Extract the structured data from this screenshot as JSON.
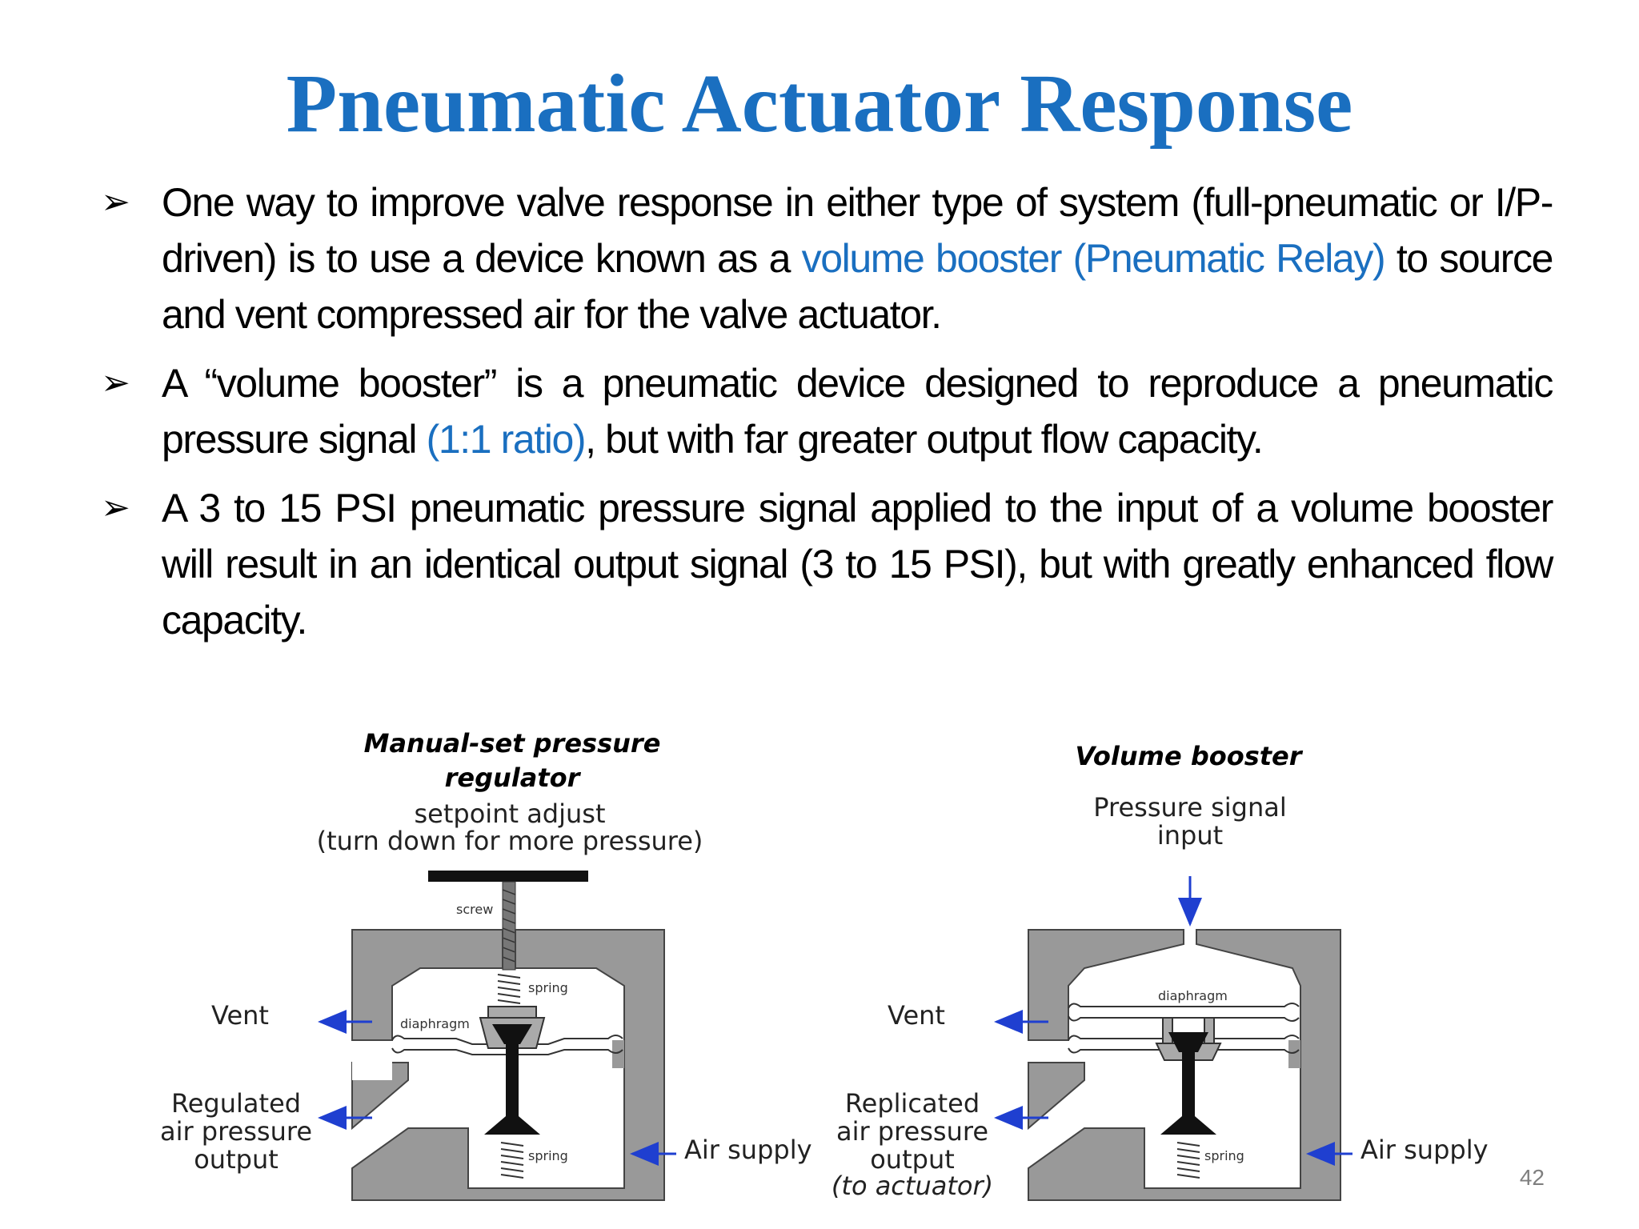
{
  "slide": {
    "title": "Pneumatic Actuator Response",
    "page_number": "42"
  },
  "bullets": [
    {
      "marker": "➢",
      "parts": [
        {
          "text": "One way to improve valve response in either type of system (full-pneumatic or I/P-driven) is to use a device known as a ",
          "highlight": false
        },
        {
          "text": "volume booster (Pneumatic Relay)",
          "highlight": true
        },
        {
          "text": " to source and vent compressed air for the valve actuator.",
          "highlight": false
        }
      ]
    },
    {
      "marker": "➢",
      "parts": [
        {
          "text": "A “volume booster” is a pneumatic device designed to reproduce a pneumatic pressure signal ",
          "highlight": false
        },
        {
          "text": "(1:1 ratio)",
          "highlight": true
        },
        {
          "text": ", but with far greater output flow capacity.",
          "highlight": false
        }
      ]
    },
    {
      "marker": "➢",
      "parts": [
        {
          "text": "A 3 to 15 PSI pneumatic pressure signal applied to the input of a volume booster will result in an identical output signal (3 to 15 PSI), but with greatly enhanced flow capacity.",
          "highlight": false
        }
      ]
    }
  ],
  "regulator": {
    "title_line1": "Manual-set pressure",
    "title_line2": "regulator",
    "setpoint_line1": "setpoint adjust",
    "setpoint_line2": "(turn down for more pressure)",
    "screw": "screw",
    "spring_top": "spring",
    "diaphragm": "diaphragm",
    "spring_bottom": "spring",
    "vent": "Vent",
    "output_line1": "Regulated",
    "output_line2": "air pressure",
    "output_line3": "output",
    "air_supply": "Air supply"
  },
  "booster": {
    "title": "Volume booster",
    "input_line1": "Pressure signal",
    "input_line2": "input",
    "diaphragm": "diaphragm",
    "spring": "spring",
    "vent": "Vent",
    "output_line1": "Replicated",
    "output_line2": "air pressure",
    "output_line3": "output",
    "output_line4": "(to actuator)",
    "air_supply": "Air supply"
  },
  "colors": {
    "title": "#1a6fc0",
    "highlight": "#1a6fc0",
    "body_grey": "#999999",
    "arrow_blue": "#1f3fd0"
  }
}
